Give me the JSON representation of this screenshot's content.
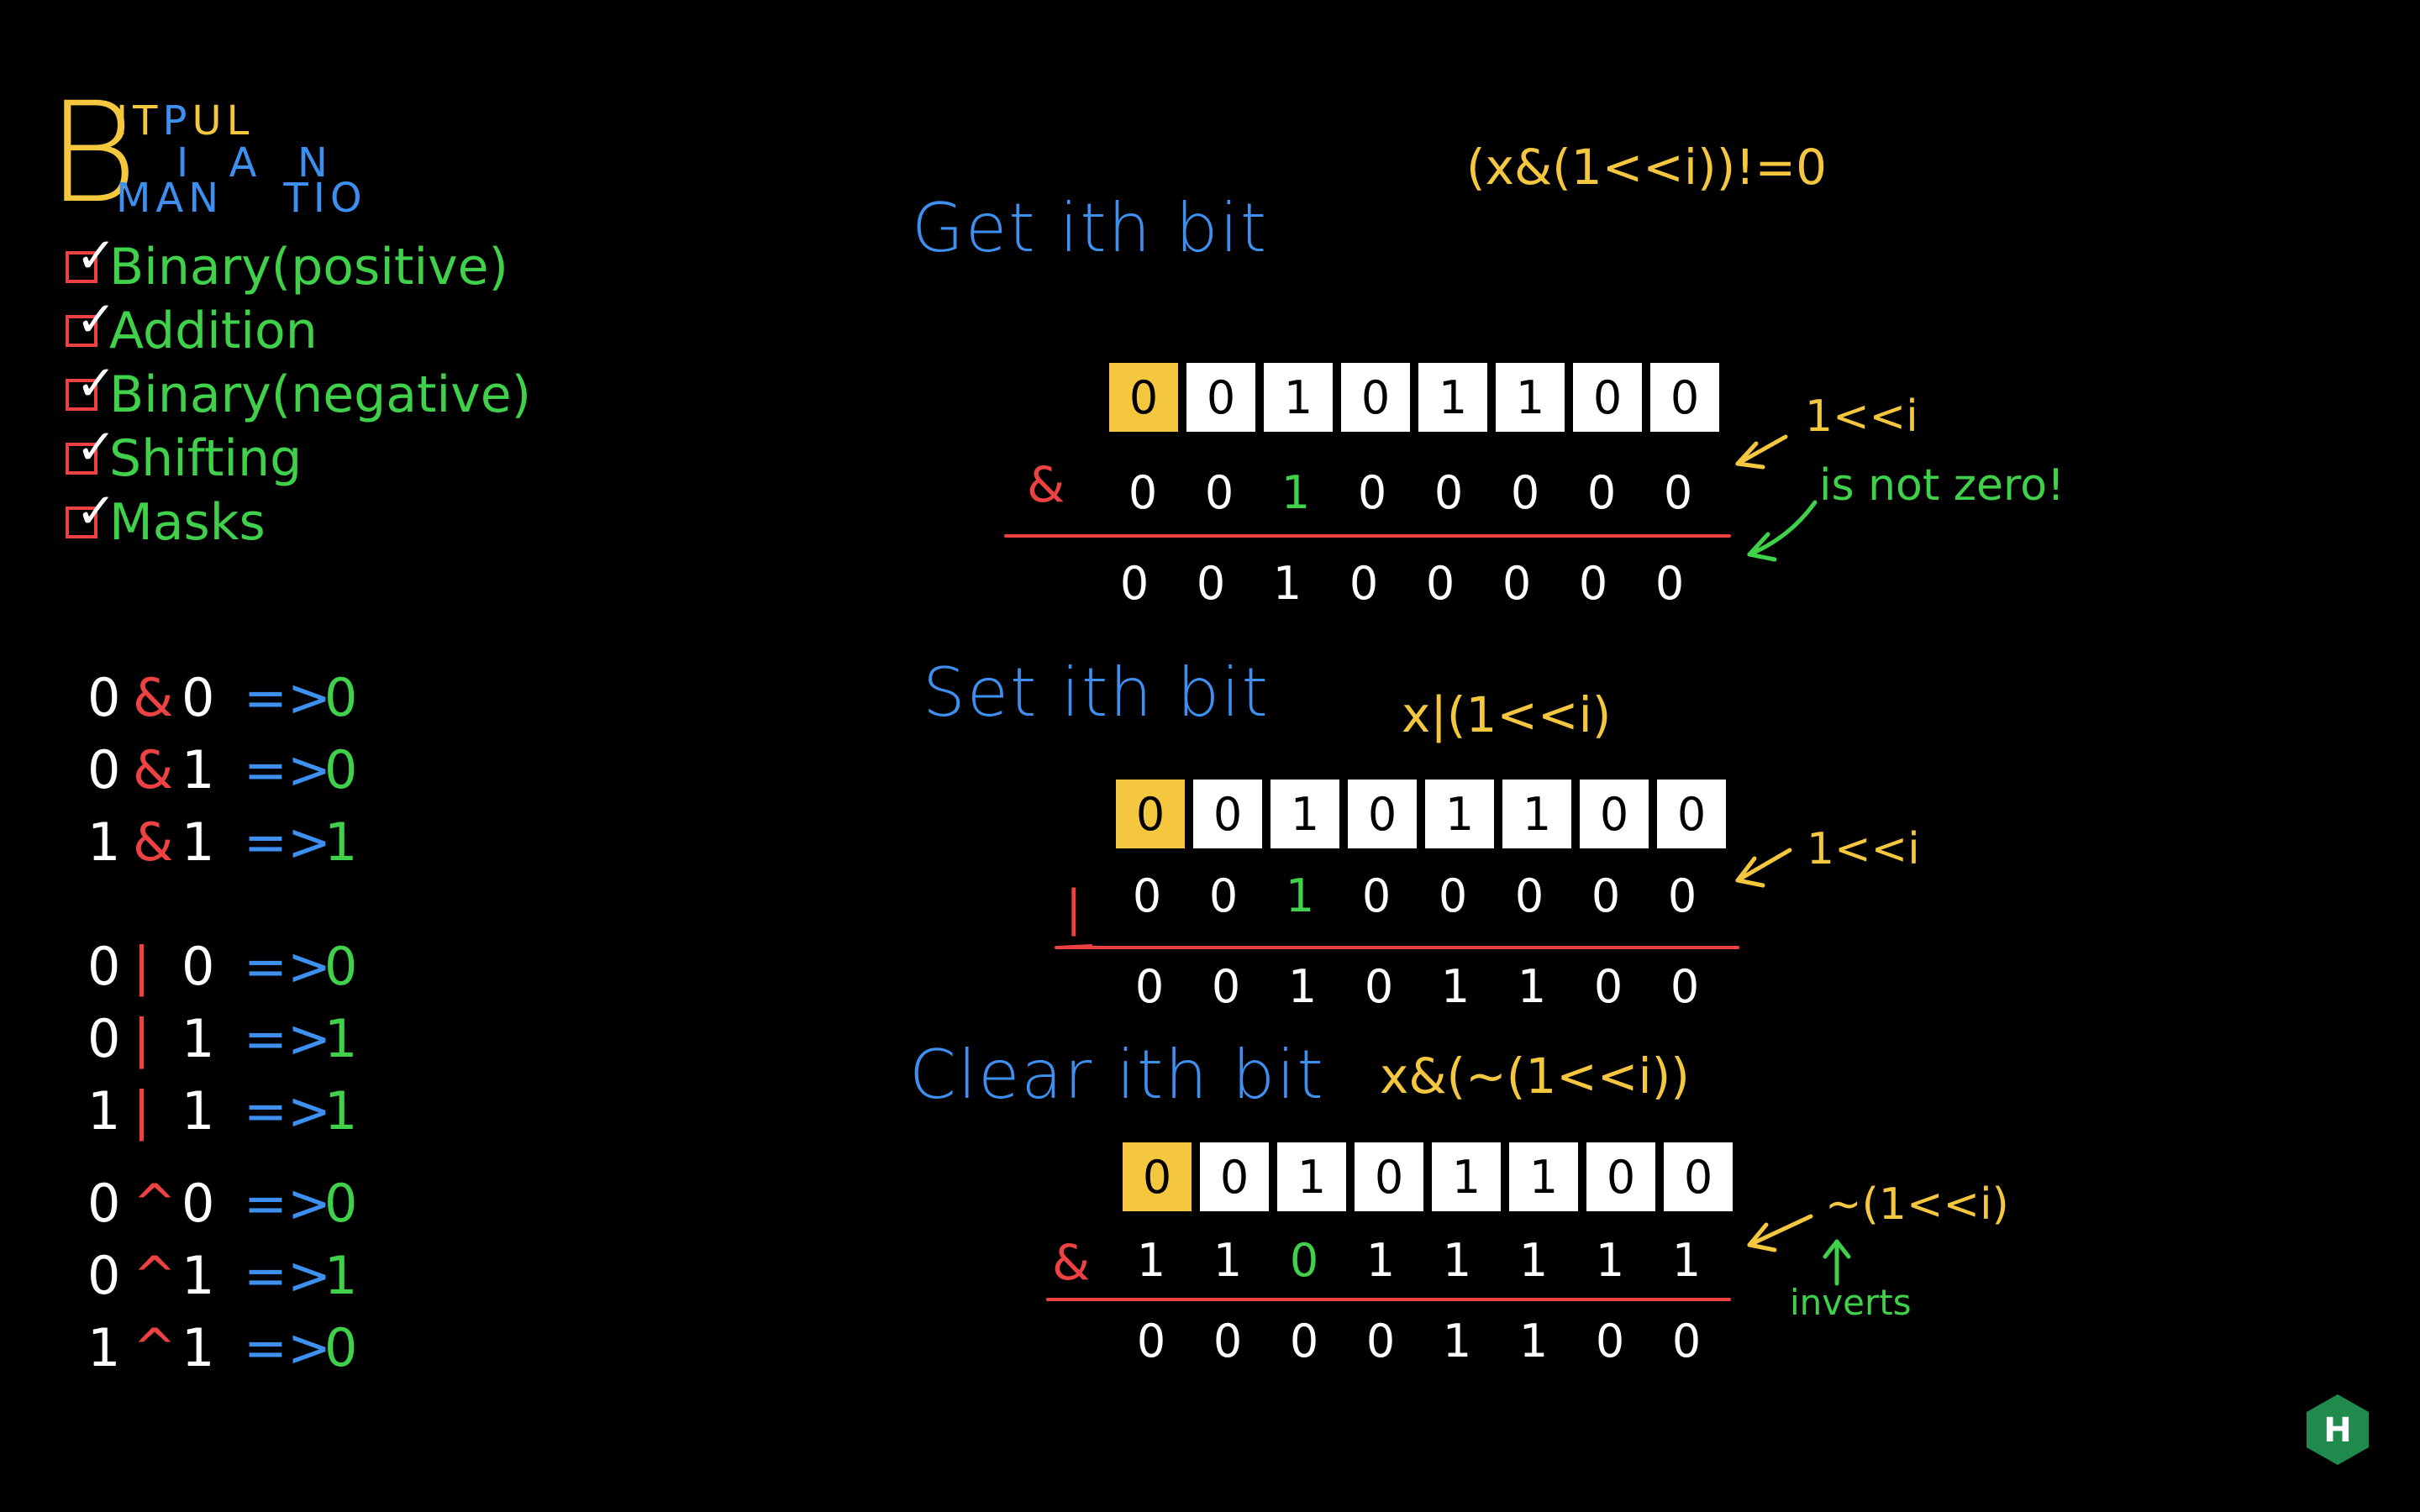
{
  "title": {
    "big_letter": "B",
    "line1_a": "IT",
    "line1_b": "P",
    "line1_c": "UL",
    "line2": "I  A  N",
    "line3_a": "MAN",
    "line3_b": "TIO"
  },
  "checklist": [
    {
      "label": "Binary(positive)",
      "checked": true
    },
    {
      "label": "Addition",
      "checked": true
    },
    {
      "label": "Binary(negative)",
      "checked": true
    },
    {
      "label": "Shifting",
      "checked": true
    },
    {
      "label": "Masks",
      "checked": true
    }
  ],
  "check_glyph": "✓",
  "truth_tables": {
    "and": [
      {
        "a": "0",
        "op": "&",
        "b": "0",
        "arrow": "=>",
        "r": "0"
      },
      {
        "a": "0",
        "op": "&",
        "b": "1",
        "arrow": "=>",
        "r": "0"
      },
      {
        "a": "1",
        "op": "&",
        "b": "1",
        "arrow": "=>",
        "r": "1"
      }
    ],
    "or": [
      {
        "a": "0",
        "op": "|",
        "b": "0",
        "arrow": "=>",
        "r": "0"
      },
      {
        "a": "0",
        "op": "|",
        "b": "1",
        "arrow": "=>",
        "r": "1"
      },
      {
        "a": "1",
        "op": "|",
        "b": "1",
        "arrow": "=>",
        "r": "1"
      }
    ],
    "xor": [
      {
        "a": "0",
        "op": "^",
        "b": "0",
        "arrow": "=>",
        "r": "0"
      },
      {
        "a": "0",
        "op": "^",
        "b": "1",
        "arrow": "=>",
        "r": "1"
      },
      {
        "a": "1",
        "op": "^",
        "b": "1",
        "arrow": "=>",
        "r": "0"
      }
    ]
  },
  "get_bit": {
    "title": "Get ith bit",
    "formula": "(x&(1<<i))!=0",
    "operand_bits": [
      "0",
      "0",
      "1",
      "0",
      "1",
      "1",
      "0",
      "0"
    ],
    "operator": "&",
    "mask_bits": [
      "0",
      "0",
      "1",
      "0",
      "0",
      "0",
      "0",
      "0"
    ],
    "result_bits": [
      "0",
      "0",
      "1",
      "0",
      "0",
      "0",
      "0",
      "0"
    ],
    "mask_label": "1<<i",
    "note": "is not zero!"
  },
  "set_bit": {
    "title": "Set ith bit",
    "formula": "x|(1<<i)",
    "operand_bits": [
      "0",
      "0",
      "1",
      "0",
      "1",
      "1",
      "0",
      "0"
    ],
    "operator": "|",
    "mask_bits": [
      "0",
      "0",
      "1",
      "0",
      "0",
      "0",
      "0",
      "0"
    ],
    "result_bits": [
      "0",
      "0",
      "1",
      "0",
      "1",
      "1",
      "0",
      "0"
    ],
    "mask_label": "1<<i"
  },
  "clear_bit": {
    "title": "Clear ith bit",
    "formula": "x&(~(1<<i))",
    "operand_bits": [
      "0",
      "0",
      "1",
      "0",
      "1",
      "1",
      "0",
      "0"
    ],
    "operator": "&",
    "mask_bits": [
      "1",
      "1",
      "0",
      "1",
      "1",
      "1",
      "1",
      "1"
    ],
    "result_bits": [
      "0",
      "0",
      "0",
      "0",
      "1",
      "1",
      "0",
      "0"
    ],
    "mask_label": "~(1<<i)",
    "note": "inverts"
  },
  "colors": {
    "background": "#000000",
    "yellow": "#f5c73f",
    "blue": "#3d8ff0",
    "green": "#3fd14a",
    "red": "#ee4242",
    "white": "#ffffff",
    "logo": "#1f8a4c"
  },
  "logo": {
    "icon": "hackerrank-logo-icon",
    "glyph": "H"
  }
}
